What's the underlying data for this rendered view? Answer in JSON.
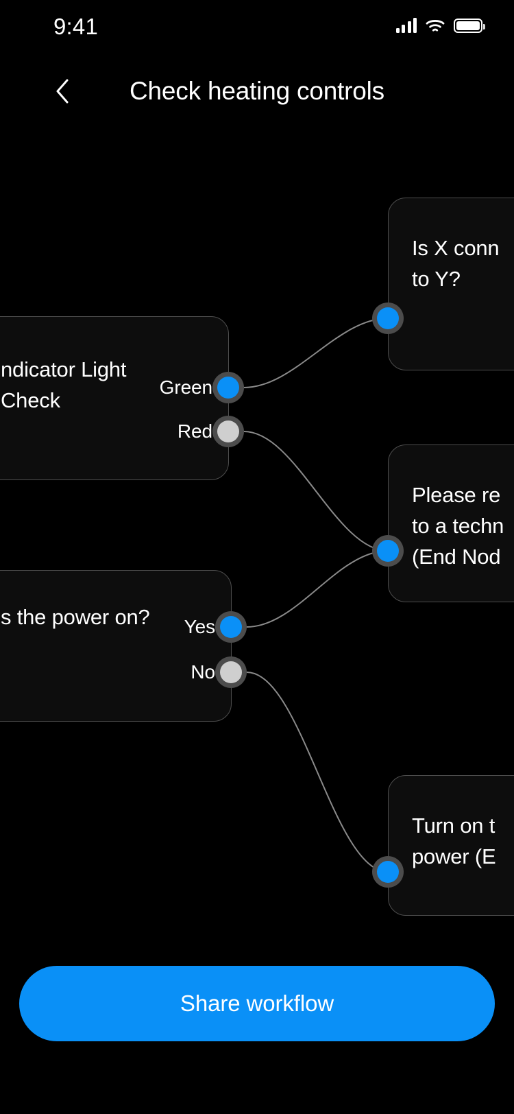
{
  "status_bar": {
    "time": "9:41",
    "signal_icon": "cellular-signal-icon",
    "wifi_icon": "wifi-icon",
    "battery_icon": "battery-icon"
  },
  "header": {
    "back_icon": "chevron-left-icon",
    "title": "Check heating controls"
  },
  "canvas": {
    "nodes": [
      {
        "id": "indicator-light-check",
        "title": "ndicator Light\nCheck",
        "side": "left",
        "ports": [
          {
            "label": "Green",
            "state": "active",
            "color": "#0a90f7"
          },
          {
            "label": "Red",
            "state": "inactive",
            "color": "#cfcfcf"
          }
        ]
      },
      {
        "id": "is-the-power-on",
        "title": "s the power on?",
        "side": "left",
        "ports": [
          {
            "label": "Yes",
            "state": "active",
            "color": "#0a90f7"
          },
          {
            "label": "No",
            "state": "inactive",
            "color": "#cfcfcf"
          }
        ]
      },
      {
        "id": "is-x-connected-to-y",
        "title": "Is X conn\nto Y?",
        "side": "right",
        "ports": [
          {
            "label": "",
            "state": "active",
            "color": "#0a90f7"
          }
        ]
      },
      {
        "id": "refer-to-technician",
        "title": "Please re\nto a techn\n(End Nod",
        "side": "right",
        "ports": [
          {
            "label": "",
            "state": "active",
            "color": "#0a90f7"
          }
        ]
      },
      {
        "id": "turn-on-the-power",
        "title": "Turn on t\npower (E",
        "side": "right",
        "ports": [
          {
            "label": "",
            "state": "active",
            "color": "#0a90f7"
          }
        ]
      }
    ]
  },
  "footer": {
    "share_label": "Share workflow"
  },
  "theme": {
    "background": "#000000",
    "card_background": "#0d0d0d",
    "card_border": "#4e4e4e",
    "accent": "#0a90f7",
    "port_ring": "#4c4c4c",
    "port_inactive": "#cfcfcf",
    "edge_color": "#8a8a8a",
    "text": "#ffffff"
  }
}
